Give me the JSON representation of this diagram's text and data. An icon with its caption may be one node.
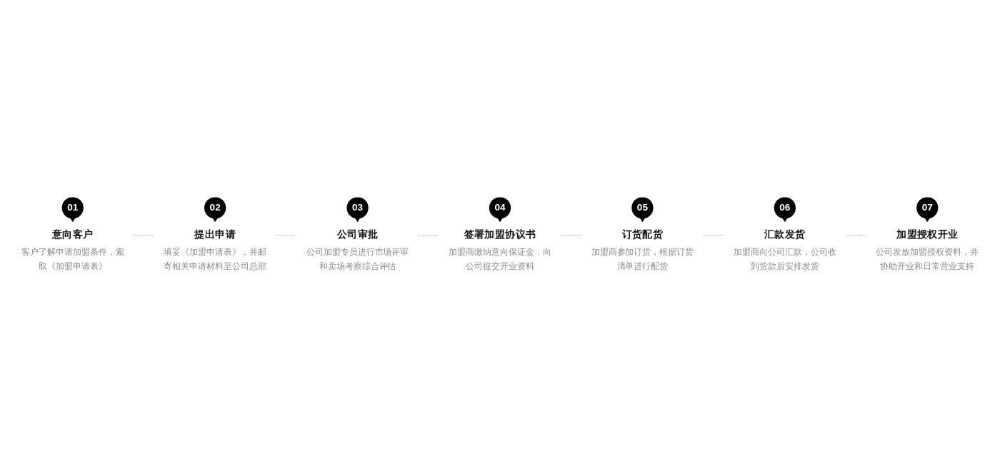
{
  "diagram": {
    "nodes": [
      {
        "text": [
          "01"
        ],
        "beside": [
          "意向客户",
          "客户了解申请加盟条件，索取《加盟申请表》"
        ]
      },
      {
        "text": [
          "02"
        ],
        "beside": [
          "提出申请",
          "填妥《加盟申请表》，并邮寄相关申请材料至公司总部"
        ]
      },
      {
        "text": [
          "03"
        ],
        "beside": [
          "公司审批",
          "公司加盟专员进行市场评审和卖场考察综合评估"
        ]
      },
      {
        "text": [
          "04"
        ],
        "beside": [
          "签署加盟协议书",
          "加盟商缴纳意向保证金，向公司提交开业资料"
        ]
      },
      {
        "text": [
          "05"
        ],
        "beside": [
          "订货配货",
          "加盟商参加订货，根据订货清单进行配货"
        ]
      },
      {
        "text": [
          "06"
        ],
        "beside": [
          "汇款发货",
          "加盟商向公司汇款，公司收到货款后安排发货"
        ]
      },
      {
        "text": [
          "07"
        ],
        "beside": [
          "加盟授权开业",
          "公司发放加盟授权资料，并协助开业和日常营业支持"
        ]
      }
    ],
    "edges": [
      {
        "from": 0,
        "to": 1,
        "arrow": "none",
        "style": "dashed"
      },
      {
        "from": 1,
        "to": 2,
        "arrow": "none",
        "style": "dashed"
      },
      {
        "from": 2,
        "to": 3,
        "arrow": "none",
        "style": "dashed"
      },
      {
        "from": 3,
        "to": 4,
        "arrow": "none",
        "style": "dashed"
      },
      {
        "from": 4,
        "to": 5,
        "arrow": "none",
        "style": "dashed"
      },
      {
        "from": 5,
        "to": 6,
        "arrow": "none",
        "style": "dashed"
      }
    ]
  }
}
